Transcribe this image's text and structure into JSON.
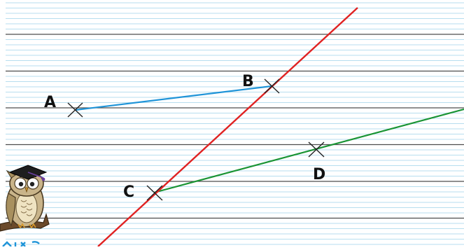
{
  "colors": {
    "paper": "#ffffff",
    "fine_rule": "#9fd3ea",
    "main_rule": "#4d4d4d",
    "segment_ab": "#1f94d8",
    "segment_cd": "#1a9434",
    "line_red": "#e02222",
    "cross": "#222222",
    "label": "#111111"
  },
  "points": {
    "A": {
      "label": "A"
    },
    "B": {
      "label": "B"
    },
    "C": {
      "label": "C"
    },
    "D": {
      "label": "D"
    }
  },
  "mascot": {
    "icon": "owl-graduate-icon"
  }
}
